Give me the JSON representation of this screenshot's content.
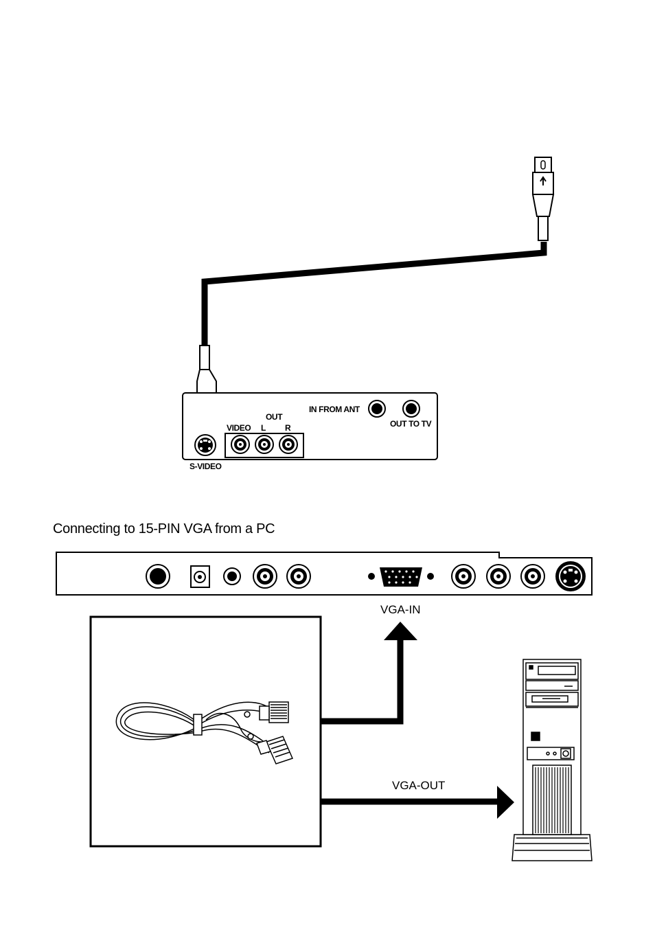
{
  "svideo_panel": {
    "label_out": "OUT",
    "label_video": "VIDEO",
    "label_l": "L",
    "label_r": "R",
    "label_in_from_ant": "IN FROM ANT",
    "label_out_to_tv": "OUT TO TV",
    "label_svideo": "S-VIDEO"
  },
  "vga_section": {
    "heading": "Connecting to 15-PIN VGA from a PC",
    "label_vga_in": "VGA-IN",
    "label_vga_out": "VGA-OUT"
  }
}
